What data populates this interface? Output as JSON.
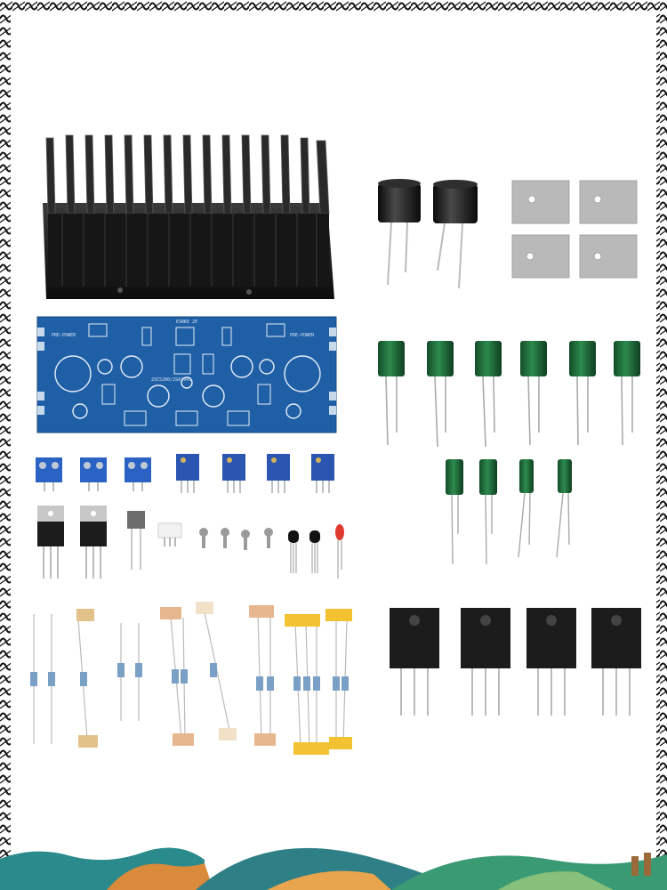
{
  "image": {
    "description_colors": {
      "background": "#ffffff",
      "border": "#111111",
      "pcb": "#1f5fa6",
      "heatsink": "#1a1a1a",
      "electrolytic_green": "#1f6b3a",
      "trimmer_blue": "#2a55b0",
      "terminal_blue": "#2b63c4",
      "transistor_black": "#1c1c1c",
      "insulator_gray": "#b9b9b9",
      "hill_teal": "#2a8a8c",
      "hill_orange": "#d98a3a"
    }
  },
  "pcb": {
    "label_top": "ESRKE 2E",
    "label_left": "PRE-POWER",
    "label_right": "PRE-POWER",
    "label_center": "2SC5200/2SA1943"
  },
  "parts": {
    "small_electrolytic_count": 4,
    "large_electrolytic_count": 6,
    "big_transistor_count": 4,
    "terminal_count": 3,
    "trimmer_count": 4,
    "insulator_count": 4
  }
}
